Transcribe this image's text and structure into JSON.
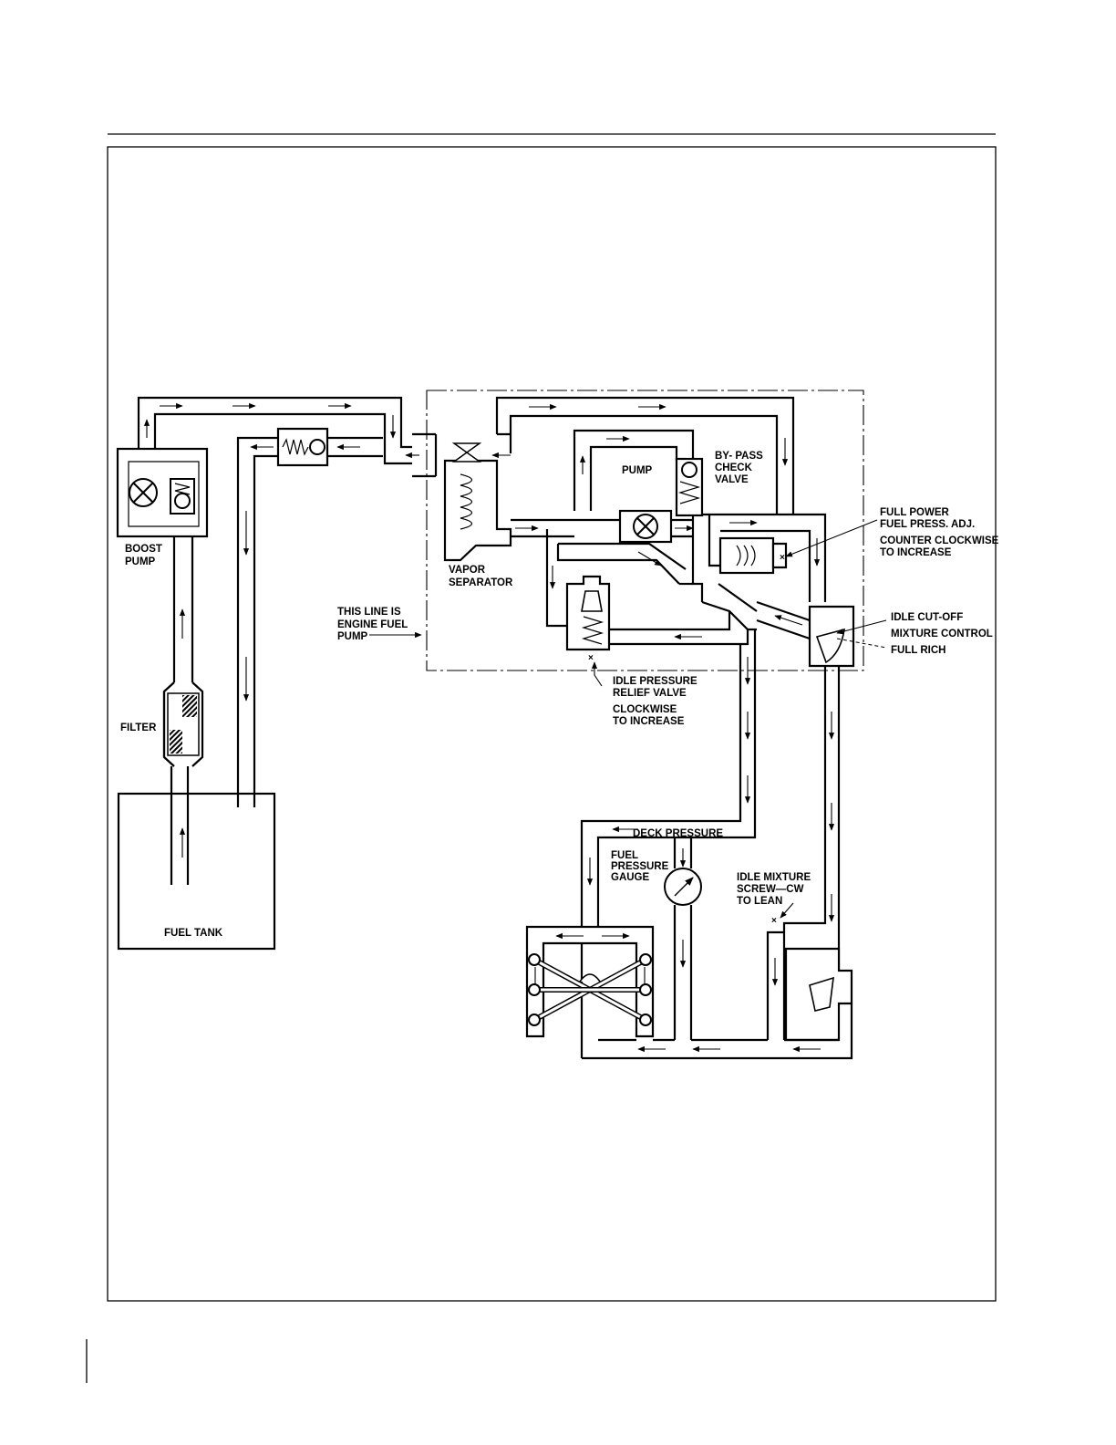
{
  "labels": {
    "boost_pump": [
      "BOOST",
      "PUMP"
    ],
    "filter": "FILTER",
    "fuel_tank": "FUEL TANK",
    "vapor_separator": [
      "VAPOR",
      "SEPARATOR"
    ],
    "this_line": [
      "THIS LINE IS",
      "ENGINE FUEL",
      "PUMP"
    ],
    "pump": "PUMP",
    "bypass": [
      "BY- PASS",
      "CHECK",
      "VALVE"
    ],
    "full_power": [
      "FULL POWER",
      "FUEL PRESS. ADJ."
    ],
    "counter_clockwise": [
      "COUNTER CLOCKWISE",
      "TO INCREASE"
    ],
    "idle_cutoff": "IDLE CUT-OFF",
    "mixture_control": "MIXTURE CONTROL",
    "full_rich": "FULL RICH",
    "idle_pressure": [
      "IDLE PRESSURE",
      "RELIEF VALVE"
    ],
    "clockwise": [
      "CLOCKWISE",
      "TO INCREASE"
    ],
    "deck_pressure": "DECK PRESSURE",
    "fuel_pressure_gauge": [
      "FUEL",
      "PRESSURE",
      "GAUGE"
    ],
    "idle_mixture": [
      "IDLE MIXTURE",
      "SCREW—CW",
      "TO LEAN"
    ]
  }
}
